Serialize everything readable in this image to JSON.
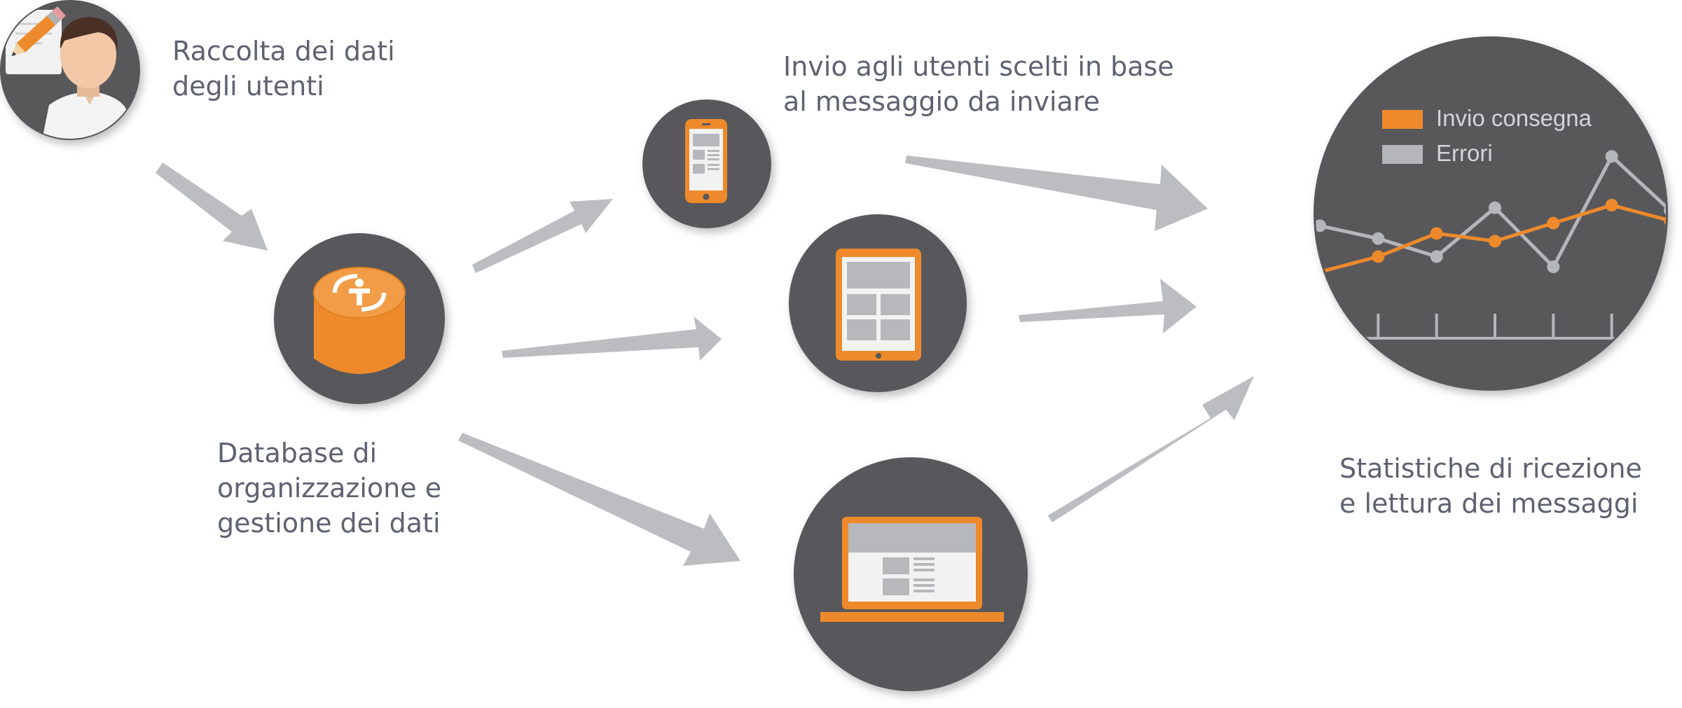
{
  "labels": {
    "user_data": [
      "Raccolta dei dati",
      "degli utenti"
    ],
    "database": [
      "Database di",
      "organizzazione e",
      "gestione dei dati"
    ],
    "sending": [
      "Invio agli utenti scelti in base",
      "al messaggio da inviare"
    ],
    "statistics": [
      "Statistiche di ricezione",
      "e lettura dei messaggi"
    ]
  },
  "legend": {
    "delivery": "Invio consegna",
    "errors": "Errori"
  },
  "colors": {
    "circle": "#58585b",
    "accent": "#ee8a2b",
    "arrow": "#bcbdc0",
    "gray_series": "#b5b6b9",
    "text": "#5e6270"
  },
  "icons": {
    "user": "user-avatar-icon",
    "database": "database-icon",
    "phone": "smartphone-icon",
    "tablet": "tablet-icon",
    "laptop": "laptop-icon",
    "chart": "line-chart-icon"
  },
  "chart_data": {
    "type": "line",
    "title": "",
    "xlabel": "",
    "ylabel": "",
    "x": [
      1,
      2,
      3,
      4,
      5,
      6,
      7
    ],
    "series": [
      {
        "name": "Invio consegna",
        "color": "#ee8a2b",
        "values": [
          1.0,
          1.6,
          2.5,
          2.2,
          2.9,
          3.6,
          3.0
        ]
      },
      {
        "name": "Errori",
        "color": "#b5b6b9",
        "values": [
          2.8,
          2.3,
          1.6,
          3.5,
          1.2,
          5.5,
          3.4
        ]
      }
    ],
    "ylim": [
      0,
      6
    ],
    "grid": false,
    "legend": "top-left"
  }
}
